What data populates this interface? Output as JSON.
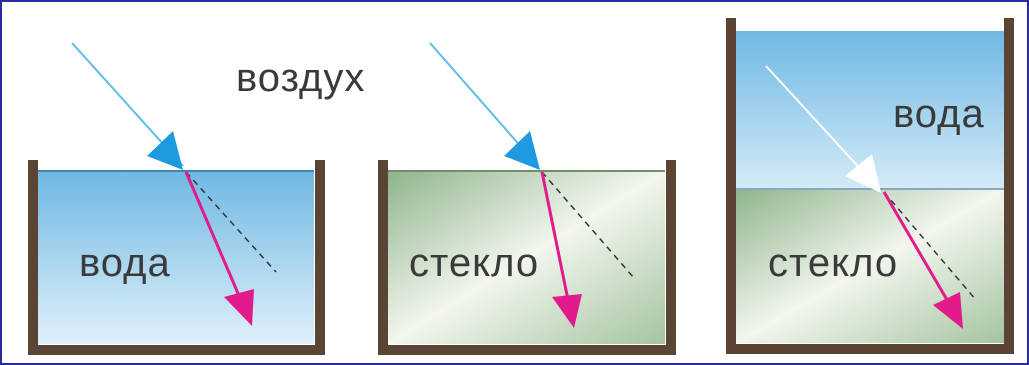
{
  "labels": {
    "air": "воздух",
    "water_1": "вода",
    "glass_1": "стекло",
    "water_2": "вода",
    "glass_2": "стекло"
  },
  "colors": {
    "frame_border": "#2a2aa0",
    "container_wall": "#5a4535",
    "water_top": "#6fb8e3",
    "water_bottom": "#dff0fa",
    "glass_dark": "#8fb48c",
    "glass_light": "#f2f6ee",
    "incident_ray": "#38a8e8",
    "refracted_ray": "#e21a8a",
    "incident_ray_in_water": "#ffffff",
    "dashed_continuation": "#333333"
  }
}
